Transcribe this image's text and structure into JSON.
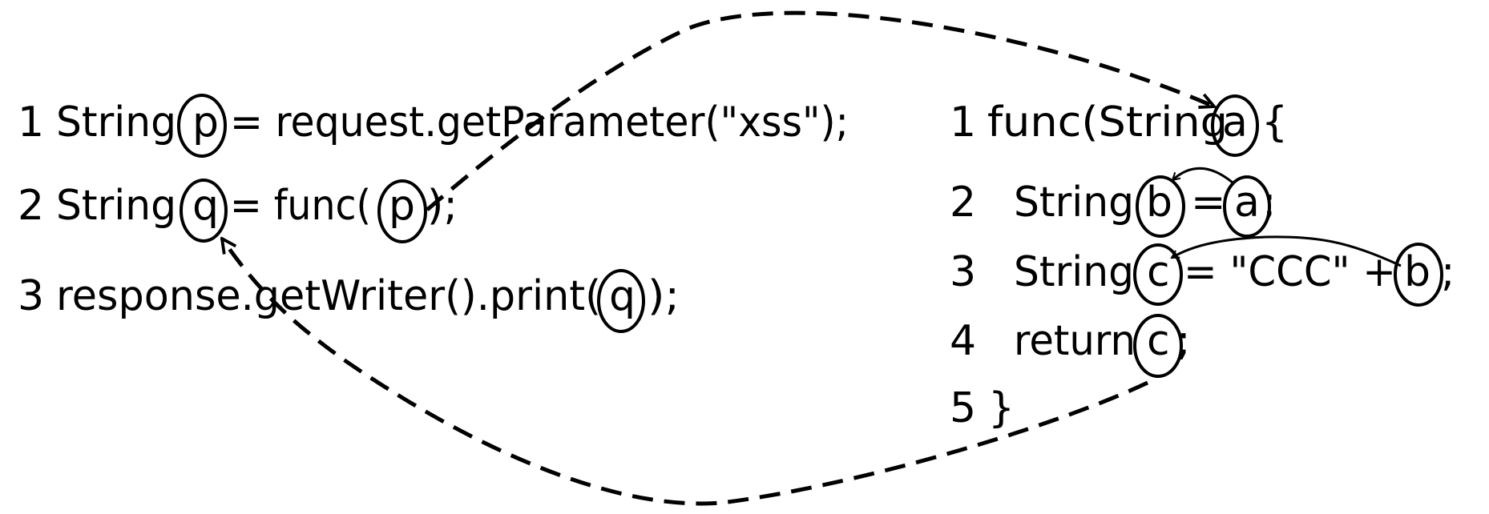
{
  "caller_code": {
    "line1": {
      "num": "1",
      "pre": "String",
      "var": "p",
      "post": "= request.getParameter(\"xss\");"
    },
    "line2": {
      "num": "2",
      "pre": "String",
      "var": "q",
      "mid": "= func(",
      "arg": "p",
      "post": ");"
    },
    "line3": {
      "num": "3",
      "pre": "response.getWriter().print(",
      "arg": "q",
      "post": ");"
    }
  },
  "callee_code": {
    "line1": {
      "num": "1",
      "pre": "func(String",
      "var": "a",
      "post": "{"
    },
    "line2": {
      "num": "2",
      "pre": "String",
      "var": "b",
      "mid": "=",
      "arg": "a",
      "post": ";"
    },
    "line3": {
      "num": "3",
      "pre": "String",
      "var": "c",
      "mid": "= \"CCC\" +",
      "arg": "b",
      "post": ";"
    },
    "line4": {
      "num": "4",
      "pre": "return",
      "var": "c",
      "post": ";"
    },
    "line5": {
      "num": "5",
      "text": "}"
    }
  },
  "colors": {
    "ink": "#000000",
    "background": "#ffffff"
  }
}
